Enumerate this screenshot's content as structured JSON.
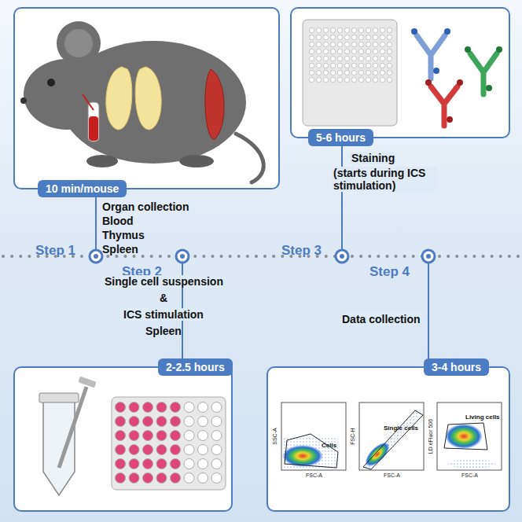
{
  "diagram": {
    "nodes": [
      {
        "text": [
          "10 min/mouse"
        ]
      },
      {
        "text": [
          "5-6 hours"
        ]
      },
      {
        "text": [
          "2-2.5 hours"
        ]
      },
      {
        "text": [
          "3-4 hours"
        ]
      }
    ],
    "edges": [],
    "labels": [
      "Step 1",
      "Step 2",
      "Step 3",
      "Step 4",
      "Organ collection",
      "Blood",
      "Thymus",
      "Spleen",
      "Staining",
      "(starts during ICS stimulation)",
      "Single cell suspension",
      "&",
      "ICS stimulation",
      "Spleen",
      "Data collection",
      "Cells",
      "Single cells",
      "Living cells",
      "SSC-A",
      "FSC-A",
      "FSC-H",
      "FSC-A",
      "LD eFluor 506",
      "FSC-A"
    ]
  }
}
